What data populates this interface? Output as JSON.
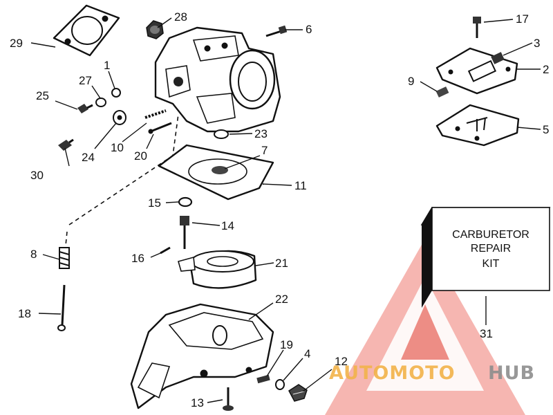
{
  "kit_label": [
    "CARBURETOR",
    "REPAIR",
    "KIT"
  ],
  "watermark": {
    "brand_a": "AUTOMOTO",
    "brand_b": "HUB",
    "color_light": "#f4a9a3",
    "color_mid": "#e7695f",
    "color_text_a": "#f2b34a",
    "color_text_b": "#8d8d8d"
  },
  "callouts": {
    "c1": "1",
    "c2": "2",
    "c3": "3",
    "c4": "4",
    "c5": "5",
    "c6": "6",
    "c7": "7",
    "c8": "8",
    "c9": "9",
    "c10": "10",
    "c11": "11",
    "c12": "12",
    "c13": "13",
    "c14": "14",
    "c15": "15",
    "c16": "16",
    "c17": "17",
    "c18": "18",
    "c19": "19",
    "c20": "20",
    "c21": "21",
    "c22": "22",
    "c23": "23",
    "c24": "24",
    "c25": "25",
    "c27": "27",
    "c28": "28",
    "c29": "29",
    "c30": "30",
    "c31": "31"
  }
}
